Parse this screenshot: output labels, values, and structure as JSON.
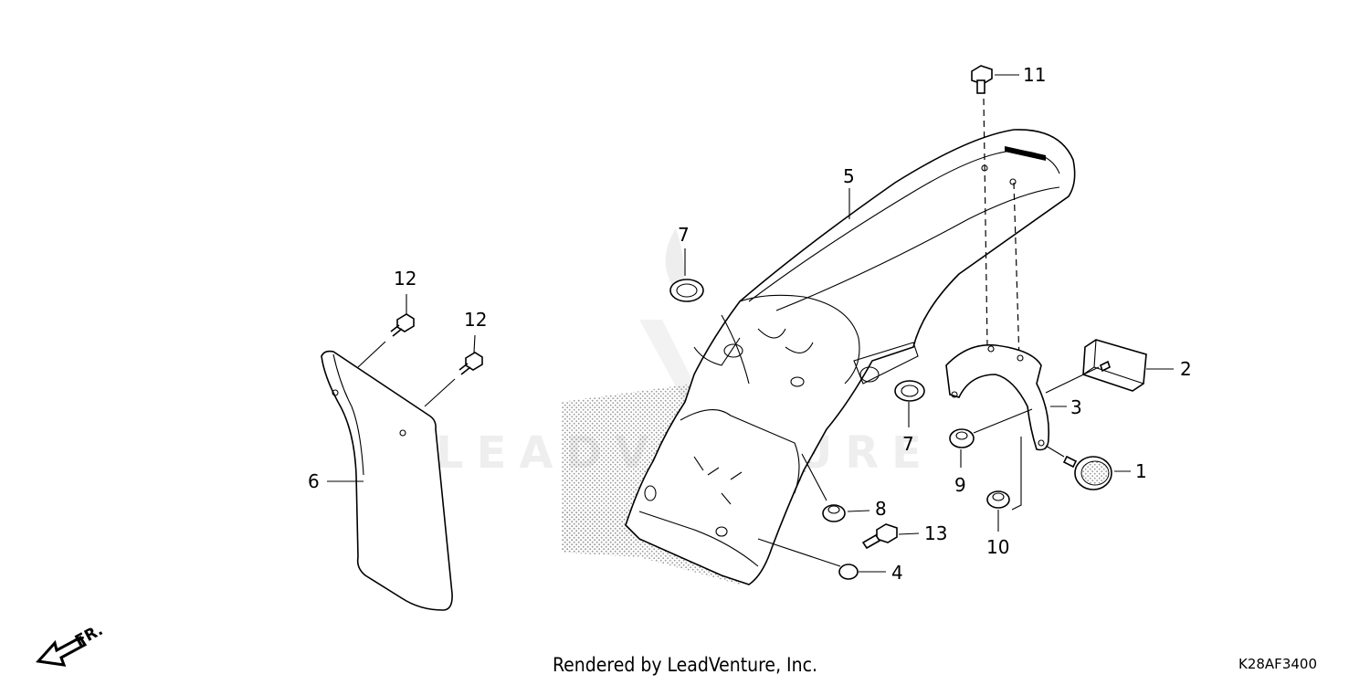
{
  "callouts": {
    "c1": "1",
    "c2": "2",
    "c3": "3",
    "c4": "4",
    "c5": "5",
    "c6": "6",
    "c7a": "7",
    "c7b": "7",
    "c8": "8",
    "c9": "9",
    "c10": "10",
    "c11": "11",
    "c12a": "12",
    "c12b": "12",
    "c13": "13"
  },
  "footer": {
    "credit": "Rendered by LeadVenture, Inc.",
    "diagram_code": "K28AF3400"
  },
  "front_indicator": "FR.",
  "watermark": "LEADVENTURE"
}
